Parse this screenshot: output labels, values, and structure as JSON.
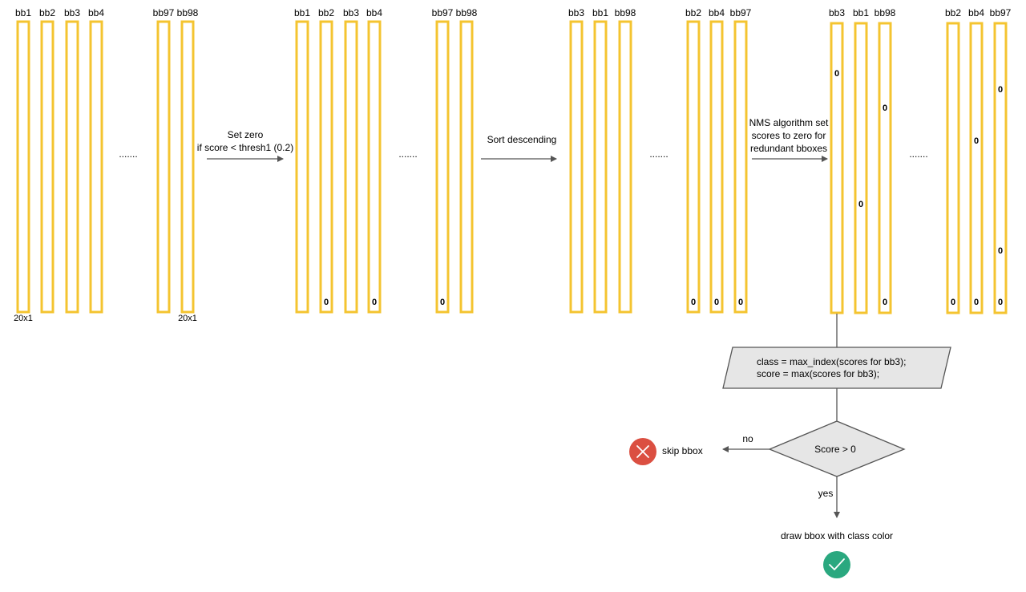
{
  "colors": {
    "bar_outline": "#f4c430",
    "arrow": "#555555",
    "shape_fill": "#e6e6e6",
    "skip_icon": "#db4f41",
    "draw_icon": "#2aa87f"
  },
  "groups": [
    {
      "columns": [
        {
          "label": "bb1",
          "zeros": []
        },
        {
          "label": "bb2",
          "zeros": []
        },
        {
          "label": "bb3",
          "zeros": []
        },
        {
          "label": "bb4",
          "zeros": []
        },
        {
          "label": "bb97",
          "zeros": []
        },
        {
          "label": "bb98",
          "zeros": []
        }
      ],
      "ellipsis": ".......",
      "size_labels": [
        "20x1",
        "20x1"
      ]
    },
    {
      "columns": [
        {
          "label": "bb1",
          "zeros": []
        },
        {
          "label": "bb2",
          "zeros": [
            "0"
          ]
        },
        {
          "label": "bb3",
          "zeros": []
        },
        {
          "label": "bb4",
          "zeros": [
            "0"
          ]
        },
        {
          "label": "bb97",
          "zeros": [
            "0"
          ]
        },
        {
          "label": "bb98",
          "zeros": []
        }
      ],
      "ellipsis": "......."
    },
    {
      "columns": [
        {
          "label": "bb3",
          "zeros": []
        },
        {
          "label": "bb1",
          "zeros": []
        },
        {
          "label": "bb98",
          "zeros": []
        },
        {
          "label": "bb2",
          "zeros": [
            "0"
          ]
        },
        {
          "label": "bb4",
          "zeros": [
            "0"
          ]
        },
        {
          "label": "bb97",
          "zeros": [
            "0"
          ]
        }
      ],
      "ellipsis": "......."
    },
    {
      "columns": [
        {
          "label": "bb3",
          "zeros": [
            "0"
          ]
        },
        {
          "label": "bb1",
          "zeros": [
            "0"
          ]
        },
        {
          "label": "bb98",
          "zeros": [
            "0",
            "0"
          ]
        },
        {
          "label": "bb2",
          "zeros": [
            "0"
          ]
        },
        {
          "label": "bb4",
          "zeros": [
            "0",
            "0"
          ]
        },
        {
          "label": "bb97",
          "zeros": [
            "0",
            "0",
            "0"
          ]
        }
      ],
      "ellipsis": "......."
    }
  ],
  "steps": [
    {
      "lines": [
        "Set zero",
        "if score < thresh1 (0.2)"
      ]
    },
    {
      "lines": [
        "Sort descending"
      ]
    },
    {
      "lines": [
        "NMS algorithm set",
        "scores to zero for",
        "redundant bboxes"
      ]
    }
  ],
  "process_box": {
    "lines": [
      "class = max_index(scores for bb3);",
      "score = max(scores for bb3);"
    ]
  },
  "decision": {
    "text": "Score > 0",
    "no_label": "no",
    "yes_label": "yes"
  },
  "skip": {
    "label": "skip bbox",
    "icon": "close-icon"
  },
  "draw": {
    "label": "draw bbox with class color",
    "icon": "checkmark-icon"
  }
}
